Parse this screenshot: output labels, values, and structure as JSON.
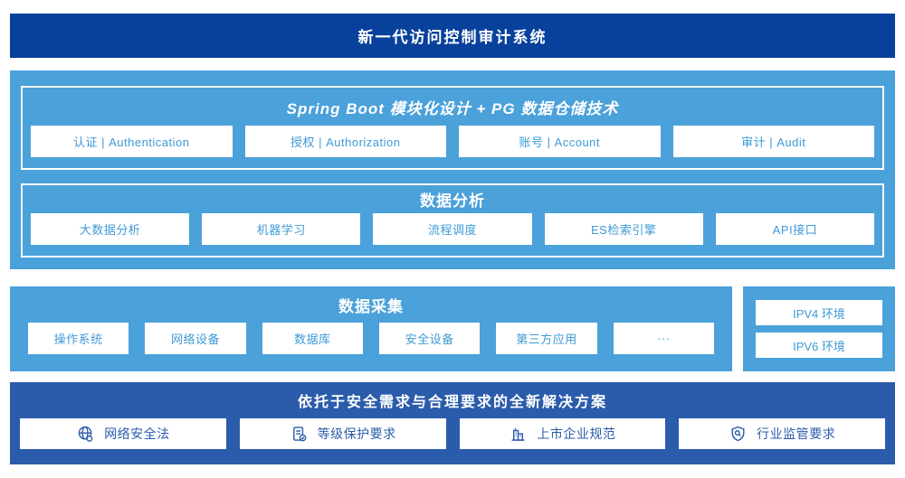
{
  "colors": {
    "banner_navy": "#08419c",
    "solution_navy": "#2b5cab",
    "sky_blue": "#4ba1da",
    "item_text_blue": "#3f9ad6",
    "white": "#ffffff"
  },
  "banner": {
    "title": "新一代访问控制审计系统"
  },
  "platform": {
    "spring": {
      "title": "Spring Boot 模块化设计 + PG 数据仓储技术",
      "items": [
        "认证 | Authentication",
        "授权 | Authorization",
        "账号 | Account",
        "审计 | Audit"
      ]
    },
    "analysis": {
      "title": "数据分析",
      "items": [
        "大数据分析",
        "机器学习",
        "流程调度",
        "ES检索引擎",
        "API接口"
      ]
    }
  },
  "collection": {
    "title": "数据采集",
    "items": [
      "操作系统",
      "网络设备",
      "数据库",
      "安全设备",
      "第三方应用",
      "···"
    ]
  },
  "env_panel": {
    "items": [
      "IPV4 环境",
      "IPV6 环境"
    ]
  },
  "solution": {
    "title": "依托于安全需求与合理要求的全新解决方案",
    "items": [
      {
        "icon": "globe-icon",
        "label": "网络安全法"
      },
      {
        "icon": "document-check-icon",
        "label": "等级保护要求"
      },
      {
        "icon": "building-icon",
        "label": "上市企业规范"
      },
      {
        "icon": "shield-search-icon",
        "label": "行业监管要求"
      }
    ]
  }
}
